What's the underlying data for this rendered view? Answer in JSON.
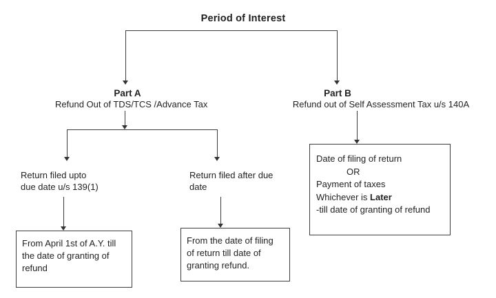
{
  "title": "Period of Interest",
  "part_a": {
    "label": "Part A",
    "subtitle": "Refund Out of TDS/TCS /Advance Tax",
    "branch_left": {
      "label_line1": "Return filed upto",
      "label_line2": "due date u/s 139(1)",
      "box_line1": "From April 1st of A.Y. till",
      "box_line2": "the date of granting of",
      "box_line3": "refund"
    },
    "branch_right": {
      "label_line1": "Return filed after due",
      "label_line2": "date",
      "box_line1": "From the date of filing",
      "box_line2": "of return till date of",
      "box_line3": "granting refund."
    }
  },
  "part_b": {
    "label": "Part B",
    "subtitle": "Refund out of Self Assessment Tax u/s 140A",
    "box_line1": "Date of filing of return",
    "box_line2": "OR",
    "box_line3": "Payment of taxes",
    "box_line4_normal": "Whichever is ",
    "box_line4_bold": "Later",
    "box_line5": "-till date of granting of refund"
  },
  "colors": {
    "background": "#ffffff",
    "line": "#3a3a3a",
    "text": "#1f1f1f"
  }
}
